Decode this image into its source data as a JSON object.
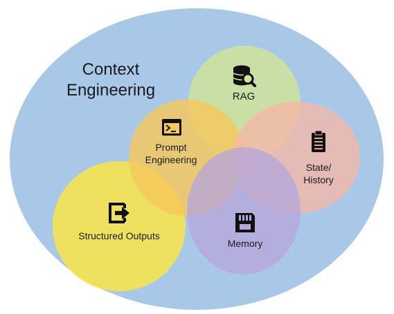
{
  "diagram": {
    "title_line1": "Context",
    "title_line2": "Engineering",
    "colors": {
      "background": "#a9c8e8",
      "rag": "#cfe39a",
      "prompt": "#f7c85c",
      "state": "#f4b8a8",
      "memory": "#b6a6db",
      "structured": "#f4e354",
      "icon": "#111111"
    },
    "nodes": {
      "rag": {
        "label": "RAG",
        "icon": "database-search-icon"
      },
      "prompt": {
        "label_line1": "Prompt",
        "label_line2": "Engineering",
        "icon": "terminal-icon"
      },
      "state": {
        "label_line1": "State/",
        "label_line2": "History",
        "icon": "clipboard-icon"
      },
      "memory": {
        "label": "Memory",
        "icon": "memory-card-icon"
      },
      "structured": {
        "label": "Structured Outputs",
        "icon": "export-icon"
      }
    }
  }
}
